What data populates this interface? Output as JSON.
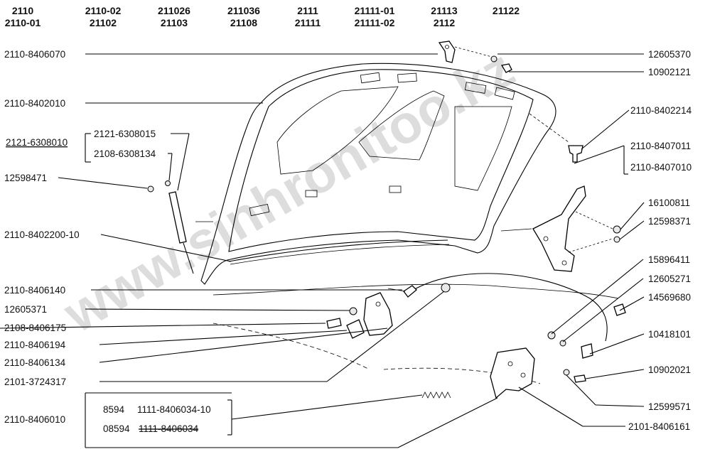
{
  "models": [
    {
      "line1": "2110",
      "line2": "2110-01"
    },
    {
      "line1": "2110-02",
      "line2": "21102"
    },
    {
      "line1": "211026",
      "line2": "21103"
    },
    {
      "line1": "211036",
      "line2": "21108"
    },
    {
      "line1": "2111",
      "line2": "21111"
    },
    {
      "line1": "21111-01",
      "line2": "21111-02"
    },
    {
      "line1": "21113",
      "line2": "2112"
    },
    {
      "line1": "21122",
      "line2": ""
    }
  ],
  "left_labels": [
    "2110-8406070",
    "2110-8402010",
    "2121-6308010",
    "12598471",
    "2110-8402200-10",
    "2110-8406140",
    "12605371",
    "2108-8406175",
    "2110-8406194",
    "2110-8406134",
    "2101-3724317",
    "2110-8406010"
  ],
  "right_labels": [
    "12605370",
    "10902121",
    "2110-8402214",
    "2110-8407011",
    "2110-8407010",
    "16100811",
    "12598371",
    "15896411",
    "12605271",
    "14569680",
    "10418101",
    "10902021",
    "12599571",
    "2101-8406161"
  ],
  "gas_strut_group": [
    "2121-6308015",
    "2108-6308134"
  ],
  "latch_group": {
    "row1_a": "8594",
    "row1_b": "1111-8406034-10",
    "row2_a": "08594",
    "row2_b": "1111-8406034"
  },
  "watermark": "www.sinhronitoo.kz"
}
